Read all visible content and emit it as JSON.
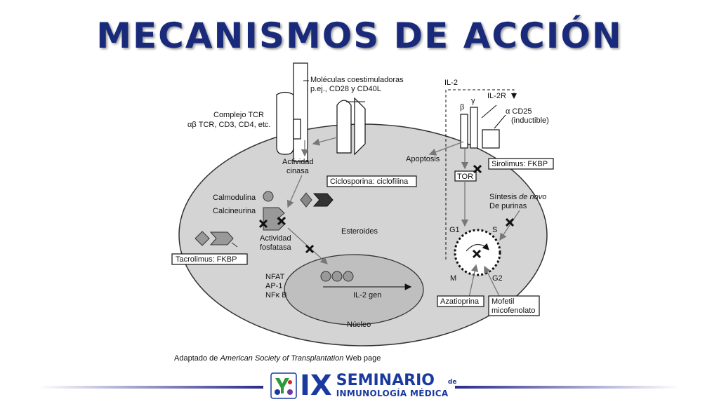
{
  "title": "MECANISMOS DE ACCIÓN",
  "labels": {
    "costim_1": "Moléculas coestimuladoras",
    "costim_2": "p.ej., CD28 y CD40L",
    "tcr_1": "Complejo TCR",
    "tcr_2": "αβ TCR, CD3, CD4, etc.",
    "kinase_1": "Actividad",
    "kinase_2": "cinasa",
    "ciclosporina": "Ciclosporina: ciclofilina",
    "calmodulina": "Calmodulina",
    "calcineurina": "Calcineurina",
    "phosphatase_1": "Actividad",
    "phosphatase_2": "fosfatasa",
    "esteroides": "Esteroides",
    "tacrolimus": "Tacrolimus: FKBP",
    "nfat": "NFAT",
    "ap1": "AP-1",
    "nfkb": "NFκ B",
    "il2_gen": "IL-2 gen",
    "nucleo": "Núcleo",
    "il2": "IL-2",
    "il2r": "IL-2R",
    "beta": "β",
    "gamma": "γ",
    "cd25_1": "α CD25",
    "cd25_2": "(inductible)",
    "apoptosis": "Apoptosis",
    "tor": "TOR",
    "sirolimus": "Sirolimus: FKBP",
    "sintesis_1": "Síntesis de novo",
    "sintesis_2": "De purinas",
    "g1": "G1",
    "s": "S",
    "m": "M",
    "g2": "G2",
    "azatioprina": "Azatioprina",
    "mofetil_1": "Mofetil",
    "mofetil_2": "micofenolato"
  },
  "citation": {
    "prefix": "Adaptado de ",
    "source": "American Society of Transplantation",
    "suffix": " Web page"
  },
  "footer": {
    "roman": "IX",
    "seminario": "SEMINARIO",
    "de": "de",
    "inmunologia": "INMUNOLOGÍA MÉDICA"
  },
  "colors": {
    "title": "#1a2a7a",
    "cell": "#d4d4d4",
    "nucleus": "#bfbfbf",
    "footer_line": "#2a2a8a"
  }
}
